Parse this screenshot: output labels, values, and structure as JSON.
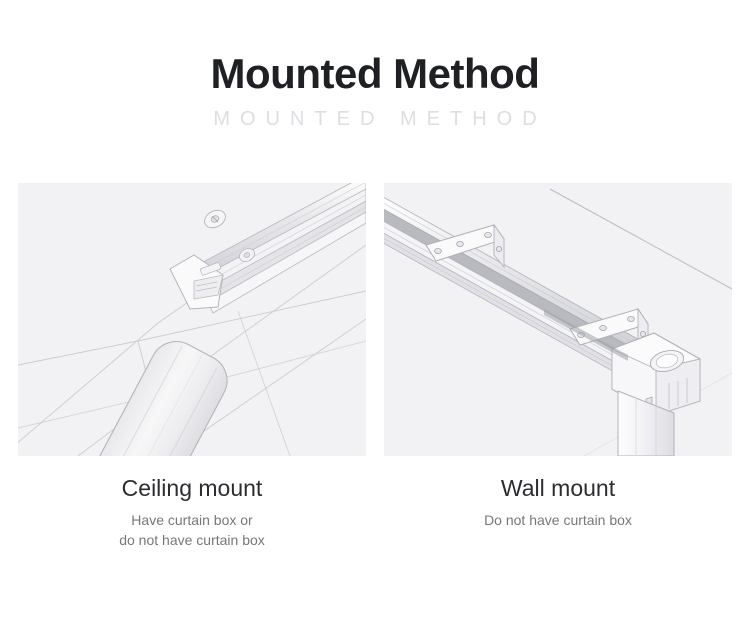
{
  "header": {
    "title": "Mounted Method",
    "subtitle": "MOUNTED METHOD"
  },
  "panels": [
    {
      "id": "ceiling-mount",
      "illustration": "ceiling-mounted-curtain-motor-on-track",
      "background_color": "#f2f2f4",
      "caption_title": "Ceiling mount",
      "caption_sub_line1": "Have curtain box or",
      "caption_sub_line2": "do not have curtain box"
    },
    {
      "id": "wall-mount",
      "illustration": "wall-mounted-curtain-track-with-brackets-and-motor",
      "background_color": "#f2f2f4",
      "caption_title": "Wall mount",
      "caption_sub_line1": "Do not have curtain box",
      "caption_sub_line2": ""
    }
  ],
  "colors": {
    "page_background": "#ffffff",
    "title_text": "#1f2023",
    "subtitle_text": "#dddee1",
    "caption_title_text": "#2c2d30",
    "caption_sub_text": "#76777b",
    "panel_background": "#f2f2f4",
    "line_art_stroke": "#b9bac0",
    "line_art_fill": "#fbfbfc"
  }
}
